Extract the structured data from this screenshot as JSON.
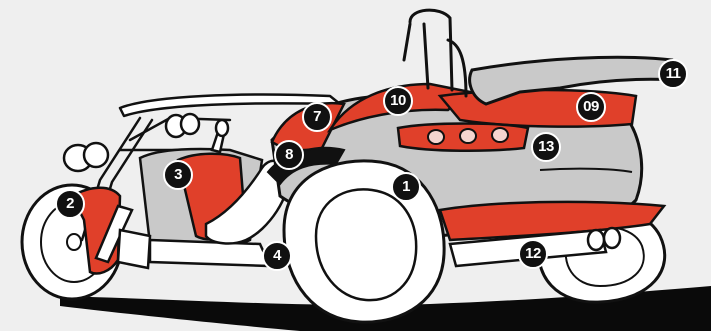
{
  "diagram": {
    "colors": {
      "background": "#efefef",
      "body_grey": "#c9c9c9",
      "accent_red": "#e0402a",
      "outline": "#111111",
      "shadow": "#0a0a0a"
    },
    "callouts": [
      {
        "label": "1",
        "part": "rear-fender"
      },
      {
        "label": "2",
        "part": "front-fork-cover"
      },
      {
        "label": "3",
        "part": "tank-side-panel"
      },
      {
        "label": "4",
        "part": "rear-wheel"
      },
      {
        "label": "7",
        "part": "seat-side-panel"
      },
      {
        "label": "8",
        "part": "fender-edge-trim"
      },
      {
        "label": "10",
        "part": "rollbar-panel"
      },
      {
        "label": "09",
        "part": "rear-deck"
      },
      {
        "label": "11",
        "part": "rear-spoiler"
      },
      {
        "label": "12",
        "part": "exhaust-guard"
      },
      {
        "label": "13",
        "part": "tail-light-cluster"
      }
    ]
  }
}
